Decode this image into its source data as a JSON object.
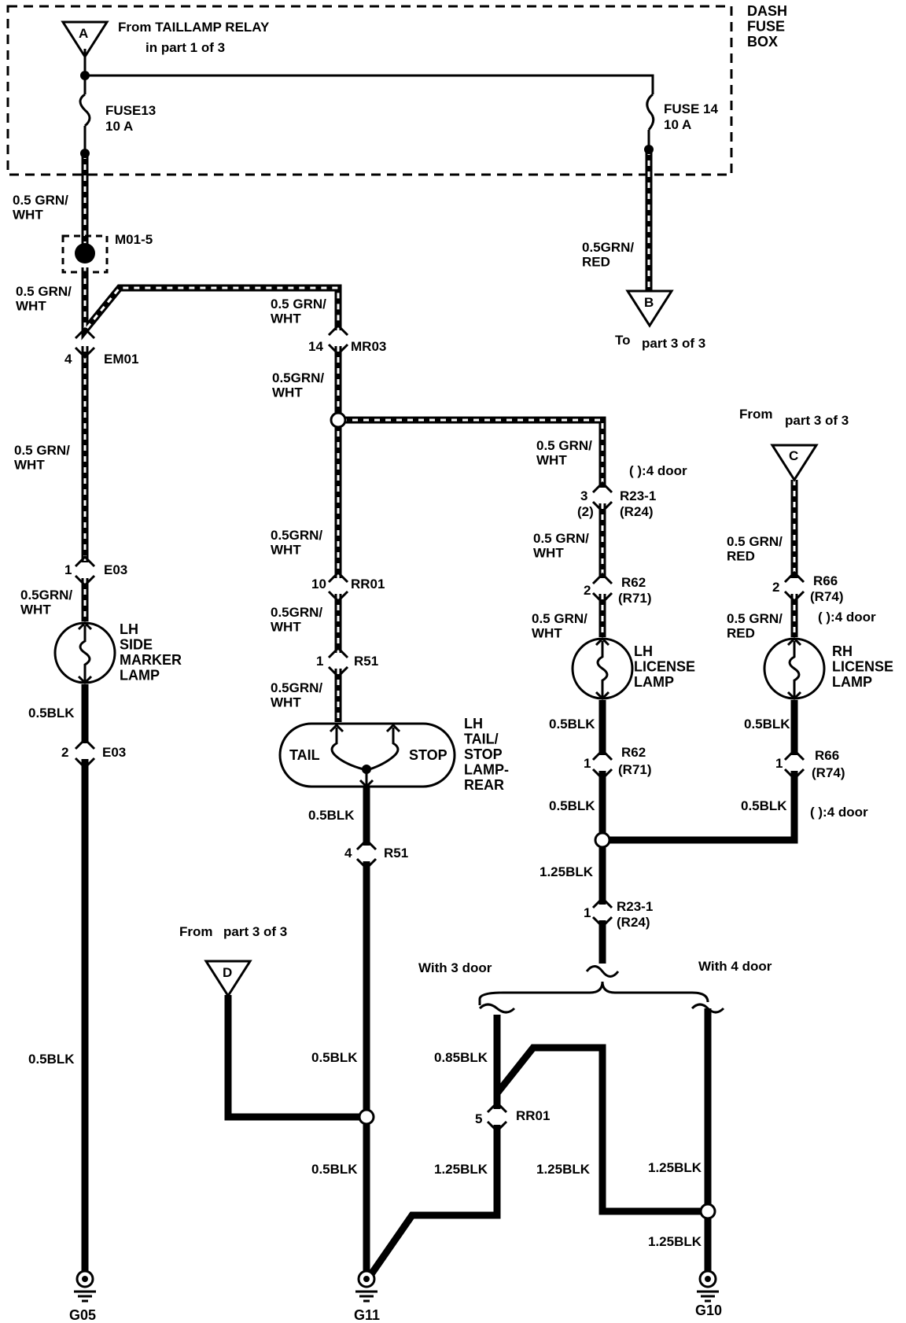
{
  "fuse_box": {
    "name": "DASH\nFUSE\nBOX"
  },
  "terminals": {
    "A": {
      "letter": "A",
      "caption": "From TAILLAMP RELAY",
      "sub": "in part 1 of 3"
    },
    "B": {
      "letter": "B",
      "caption_to": "To",
      "sub": "part 3 of 3"
    },
    "C": {
      "letter": "C",
      "caption_from": "From",
      "sub": "part 3 of 3"
    },
    "D": {
      "letter": "D",
      "caption_from": "From",
      "sub": "part 3 of 3"
    }
  },
  "fuses": {
    "f13": {
      "name": "FUSE13",
      "rating": "10 A"
    },
    "f14": {
      "name": "FUSE 14",
      "rating": "10 A"
    }
  },
  "connectors": {
    "m015": "M01-5",
    "em01": {
      "pin": "4",
      "name": "EM01"
    },
    "e03a": {
      "pin": "1",
      "name": "E03"
    },
    "e03b": {
      "pin": "2",
      "name": "E03"
    },
    "mr03": {
      "pin": "14",
      "name": "MR03"
    },
    "rr01a": {
      "pin": "10",
      "name": "RR01"
    },
    "r51a": {
      "pin": "1",
      "name": "R51"
    },
    "r51b": {
      "pin": "4",
      "name": "R51"
    },
    "r231a": {
      "pin": "3",
      "pin_alt": "(2)",
      "name": "R23-1",
      "name_alt": "(R24)"
    },
    "r62a": {
      "pin": "2",
      "name": "R62",
      "name_alt": "(R71)"
    },
    "r62b": {
      "pin": "1",
      "name": "R62",
      "name_alt": "(R71)"
    },
    "r66a": {
      "pin": "2",
      "name": "R66",
      "name_alt": "(R74)"
    },
    "r66b": {
      "pin": "1",
      "name": "R66",
      "name_alt": "(R74)"
    },
    "r231b": {
      "pin": "1",
      "name": "R23-1",
      "name_alt": "(R24)"
    },
    "rr01b": {
      "pin": "5",
      "name": "RR01"
    }
  },
  "wires": {
    "w1": "0.5 GRN/\nWHT",
    "w2": "0.5 GRN/\nWHT",
    "w3": "0.5 GRN/\nWHT",
    "w4": "0.5GRN/\nWHT",
    "w5": "0.5BLK",
    "w6": "0.5BLK",
    "w7": "0.5GRN/\nRED",
    "w8": "0.5 GRN/\nWHT",
    "w9": "0.5GRN/\nWHT",
    "w10": "0.5GRN/\nWHT",
    "w11": "0.5GRN/\nWHT",
    "w12": "0.5GRN/\nWHT",
    "w13": "0.5BLK",
    "w14": "0.5BLK",
    "w15": "0.5BLK",
    "w16": "0.5 GRN/\nWHT",
    "w17": "0.5 GRN/\nWHT",
    "w18": "0.5 GRN/\nWHT",
    "w19": "0.5BLK",
    "w20": "0.5BLK",
    "w21": "1.25BLK",
    "w22": "0.5 GRN/\nRED",
    "w23": "0.5 GRN/\nRED",
    "w24": "0.5BLK",
    "w25": "0.5BLK",
    "w26": "0.85BLK",
    "w27": "1.25BLK",
    "w28": "1.25BLK",
    "w29": "1.25BLK",
    "w30": "1.25BLK"
  },
  "notes": {
    "door4a": "(   ):4 door",
    "door4b": "(   ):4 door",
    "door4c": "(   ):4 door",
    "with3": "With 3 door",
    "with4": "With 4 door"
  },
  "components": {
    "lh_side": "LH\nSIDE\nMARKER\nLAMP",
    "lh_tail": "LH\nTAIL/\nSTOP\nLAMP-\nREAR",
    "tail": "TAIL",
    "stop": "STOP",
    "lh_license": "LH\nLICENSE\nLAMP",
    "rh_license": "RH\nLICENSE\nLAMP"
  },
  "grounds": {
    "g05": "G05",
    "g11": "G11",
    "g10": "G10"
  }
}
